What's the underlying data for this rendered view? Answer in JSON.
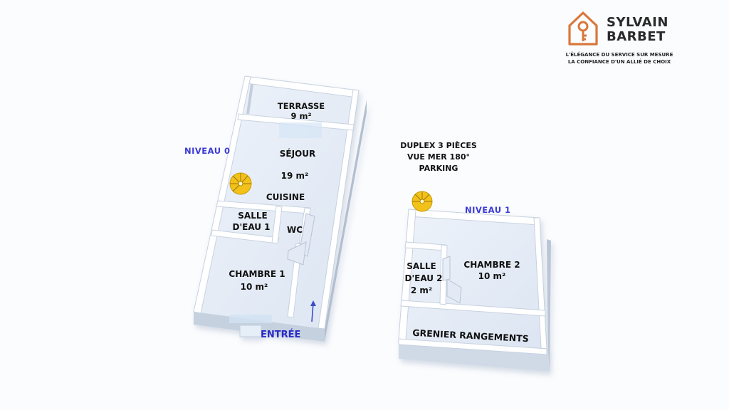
{
  "brand": {
    "name_line1": "SYLVAIN",
    "name_line2": "BARBET",
    "tagline1": "L'ÉLÉGANCE DU SERVICE SUR MESURE",
    "tagline2": "LA CONFIANCE D'UN ALLIÉ DE CHOIX",
    "logo_icon": "house-key-icon",
    "accent_color": "#d9773b"
  },
  "info": {
    "line1": "DUPLEX 3 PIÈCES",
    "line2": "VUE MER 180°",
    "line3": "PARKING"
  },
  "level0": {
    "label": "NIVEAU 0",
    "entrance": "ENTRÉE",
    "rooms": {
      "terrasse_name": "TERRASSE",
      "terrasse_area": "9 m²",
      "sejour_name": "SÉJOUR",
      "sejour_area": "19 m²",
      "cuisine_name": "CUISINE",
      "salle1_line1": "SALLE",
      "salle1_line2": "D'EAU 1",
      "wc_name": "WC",
      "chambre1_name": "CHAMBRE 1",
      "chambre1_area": "10 m²"
    }
  },
  "level1": {
    "label": "NIVEAU 1",
    "rooms": {
      "salle2_line1": "SALLE",
      "salle2_line2": "D'EAU 2",
      "salle2_area": "2 m²",
      "chambre2_name": "CHAMBRE 2",
      "chambre2_area": "10 m²",
      "grenier_name": "GRENIER RANGEMENTS"
    }
  },
  "colors": {
    "floor": "#e9eff8",
    "wall_top": "#ffffff",
    "wall_side": "#bcc7d6",
    "stair": "#f2c21b",
    "level_label": "#3a3ad4"
  }
}
